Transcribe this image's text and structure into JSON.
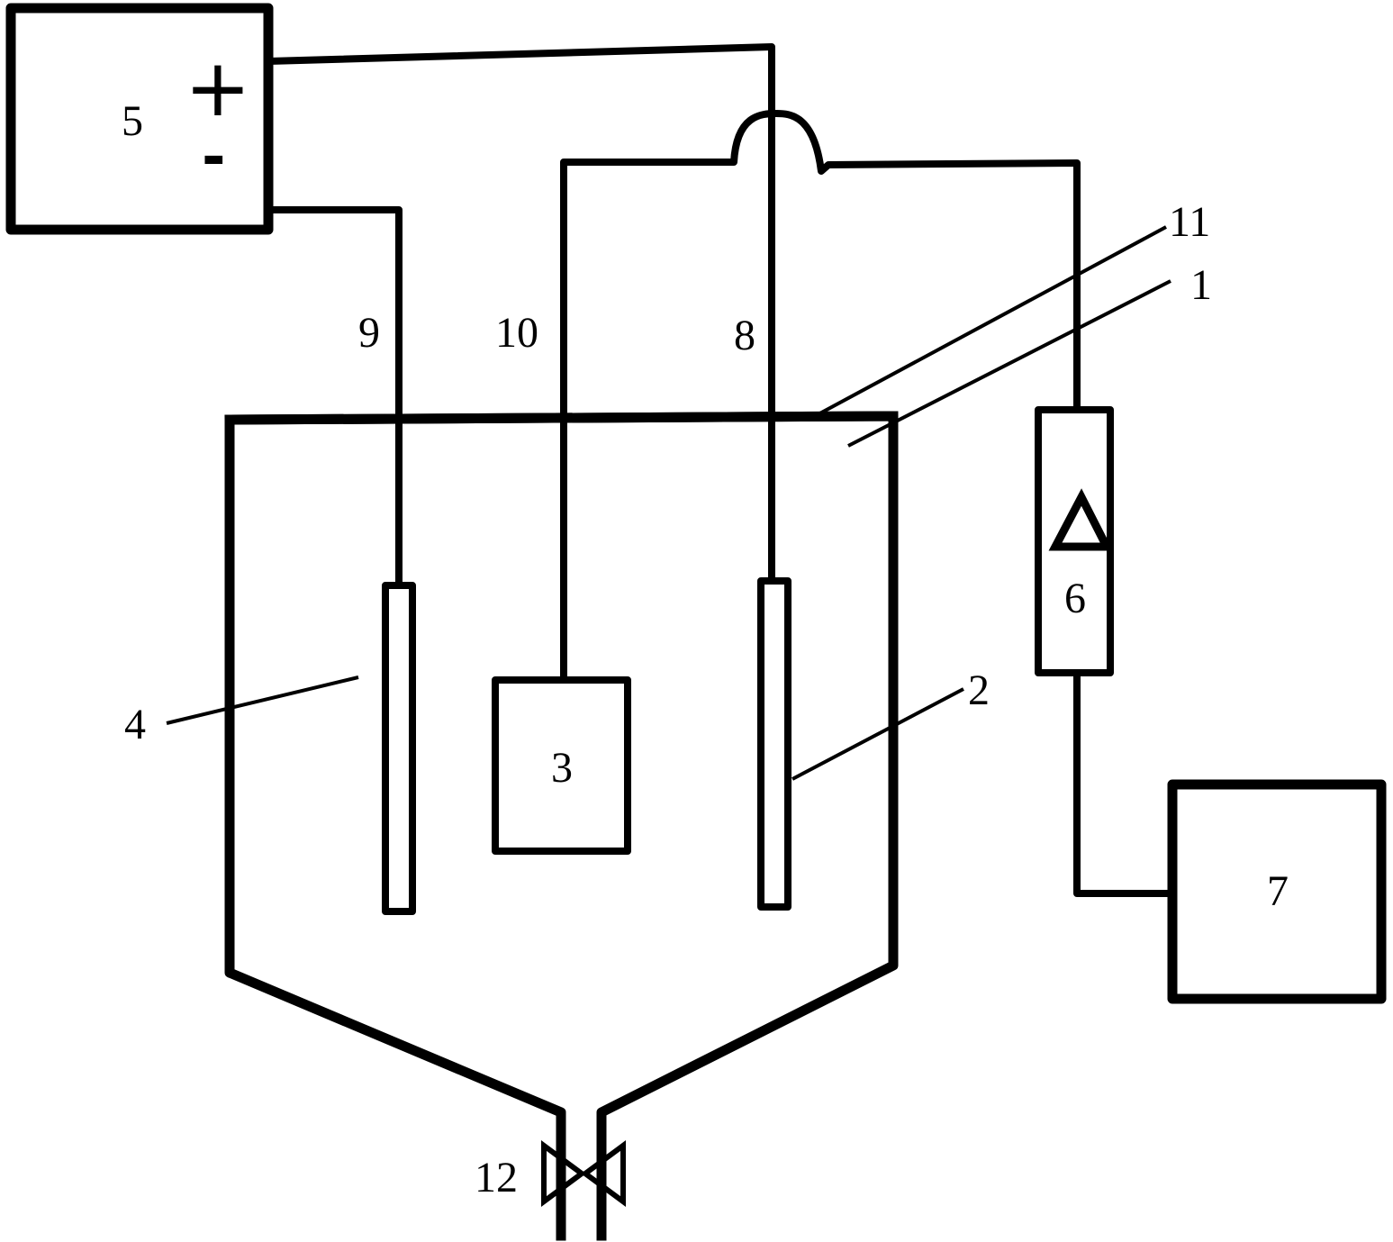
{
  "labels": {
    "vessel": "1",
    "cathode": "2",
    "block": "3",
    "anode": "4",
    "power_supply": "5",
    "flow_unit": "6",
    "tank": "7",
    "wire_positive": "8",
    "wire_negative": "9",
    "pipe": "10",
    "lid": "11",
    "valve": "12"
  },
  "symbols": {
    "plus": "+",
    "minus": "-"
  },
  "colors": {
    "stroke": "#000000",
    "background": "#ffffff"
  },
  "icons": {
    "pump": "triangle-icon",
    "valve": "bowtie-valve-icon"
  }
}
